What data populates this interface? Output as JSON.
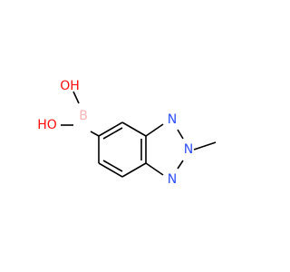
{
  "molecule": {
    "atoms": {
      "hydroxyl_top": {
        "label": "OH"
      },
      "hydroxyl_bottom": {
        "label": "HO"
      },
      "boron": {
        "label": "B"
      },
      "nitrogen_1": {
        "label": "N"
      },
      "nitrogen_2": {
        "label": "N"
      },
      "nitrogen_3": {
        "label": "N"
      }
    }
  },
  "colors": {
    "bond": "#000000",
    "oxygen": "#ff0d0d",
    "boron": "#ffb5b5",
    "nitrogen": "#3050f8"
  }
}
